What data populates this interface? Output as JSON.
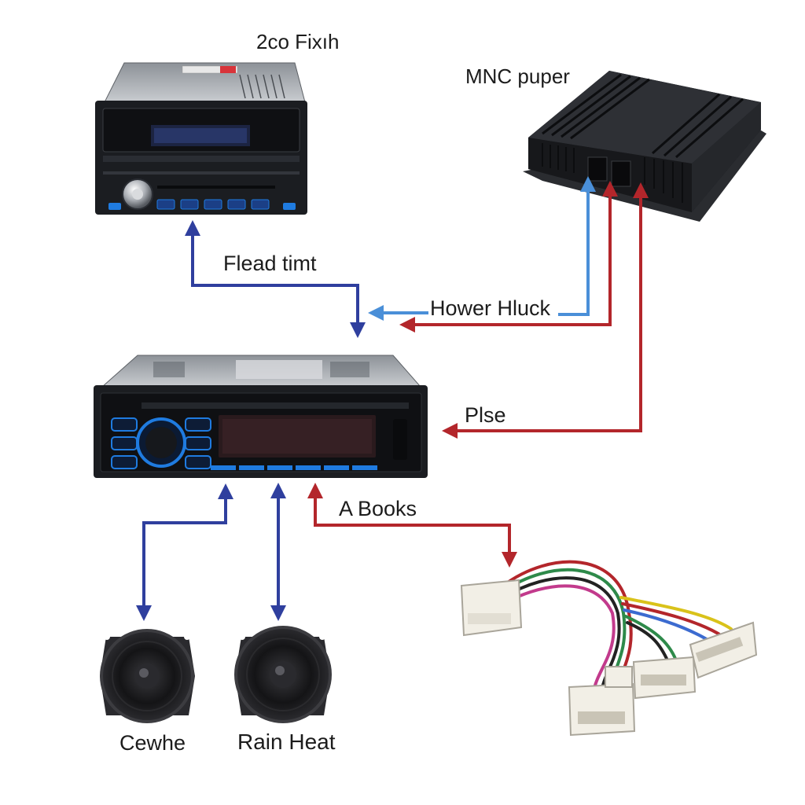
{
  "labels": {
    "top_unit": "2co Fixıh",
    "amplifier": "MNC puper",
    "head_unit": "Flead timt",
    "power": "Hower Hluck",
    "pulse": "Plse",
    "harness": "A Books",
    "speaker_left": "Cewhe",
    "speaker_right": "Rain Heat"
  },
  "colors": {
    "wire_blue": "#2f3f9e",
    "wire_light_blue": "#4a8fd8",
    "wire_red": "#b3262b",
    "device_dark": "#1b1d21",
    "accent_blue": "#1f7be0"
  },
  "icons": [
    "double-din-radio-icon",
    "amplifier-icon",
    "single-din-radio-icon",
    "speaker-icon",
    "wiring-harness-icon"
  ]
}
